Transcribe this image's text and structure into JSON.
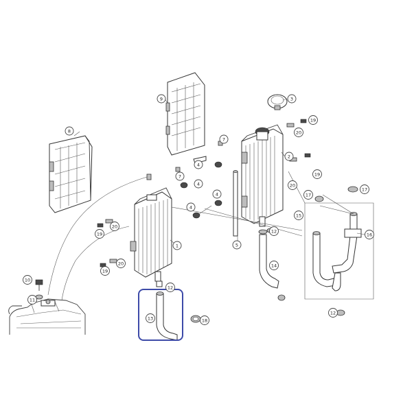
{
  "diagram": {
    "highlight_color": "#3d4aa8",
    "callouts": [
      {
        "id": "c1",
        "label": "1"
      },
      {
        "id": "c2",
        "label": "2"
      },
      {
        "id": "c3",
        "label": "3"
      },
      {
        "id": "c4a",
        "label": "4"
      },
      {
        "id": "c4b",
        "label": "4"
      },
      {
        "id": "c4c",
        "label": "4"
      },
      {
        "id": "c4d",
        "label": "4"
      },
      {
        "id": "c5",
        "label": "5"
      },
      {
        "id": "c7a",
        "label": "7"
      },
      {
        "id": "c7b",
        "label": "7"
      },
      {
        "id": "c8",
        "label": "8"
      },
      {
        "id": "c9",
        "label": "9"
      },
      {
        "id": "c10",
        "label": "10"
      },
      {
        "id": "c11",
        "label": "11"
      },
      {
        "id": "c12a",
        "label": "12"
      },
      {
        "id": "c12b",
        "label": "12"
      },
      {
        "id": "c12c",
        "label": "12"
      },
      {
        "id": "c13",
        "label": "13"
      },
      {
        "id": "c14",
        "label": "14"
      },
      {
        "id": "c15",
        "label": "15"
      },
      {
        "id": "c16",
        "label": "16"
      },
      {
        "id": "c17a",
        "label": "17"
      },
      {
        "id": "c17b",
        "label": "17"
      },
      {
        "id": "c18",
        "label": "18"
      },
      {
        "id": "c19a",
        "label": "19"
      },
      {
        "id": "c19b",
        "label": "19"
      },
      {
        "id": "c19c",
        "label": "19"
      },
      {
        "id": "c19d",
        "label": "19"
      },
      {
        "id": "c20a",
        "label": "20"
      },
      {
        "id": "c20b",
        "label": "20"
      },
      {
        "id": "c20c",
        "label": "20"
      },
      {
        "id": "c20d",
        "label": "20"
      }
    ]
  }
}
